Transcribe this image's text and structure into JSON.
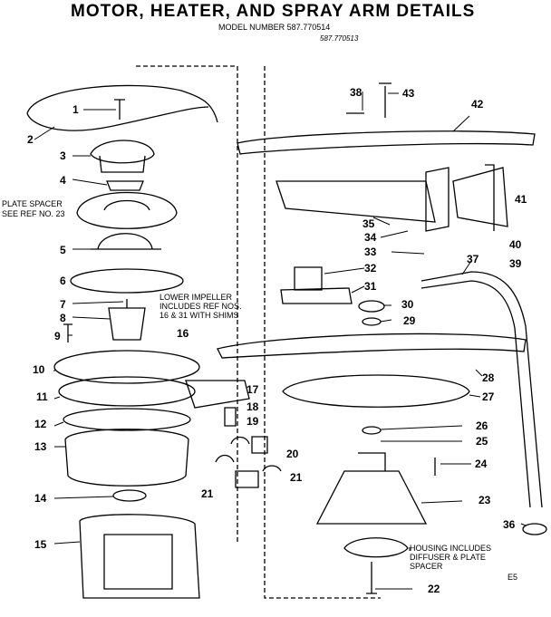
{
  "title": "MOTOR, HEATER, AND SPRAY ARM DETAILS",
  "model_line": "MODEL NUMBER 587.770514",
  "model_line_handwritten": "587.770513",
  "notes": {
    "plate_spacer_1": "PLATE SPACER",
    "plate_spacer_2": "SEE REF NO. 23",
    "lower_impeller_1": "LOWER IMPELLER",
    "lower_impeller_2": "INCLUDES REF NOS.",
    "lower_impeller_3": "16 & 31 WITH SHIMS",
    "housing_1": "HOUSING INCLUDES",
    "housing_2": "DIFFUSER & PLATE",
    "housing_3": "SPACER"
  },
  "page_code": "E5",
  "callouts": {
    "c1": "1",
    "c2": "2",
    "c3": "3",
    "c4": "4",
    "c5": "5",
    "c6": "6",
    "c7": "7",
    "c8": "8",
    "c9": "9",
    "c10": "10",
    "c11": "11",
    "c12": "12",
    "c13": "13",
    "c14": "14",
    "c15": "15",
    "c16": "16",
    "c17": "17",
    "c18": "18",
    "c19": "19",
    "c20": "20",
    "c21a": "21",
    "c21b": "21",
    "c22": "22",
    "c23": "23",
    "c24": "24",
    "c25": "25",
    "c26": "26",
    "c27": "27",
    "c28": "28",
    "c29": "29",
    "c30": "30",
    "c31": "31",
    "c32": "32",
    "c33": "33",
    "c34": "34",
    "c35": "35",
    "c36": "36",
    "c37": "37",
    "c38": "38",
    "c39": "39",
    "c40": "40",
    "c41": "41",
    "c42": "42",
    "c43": "43"
  }
}
